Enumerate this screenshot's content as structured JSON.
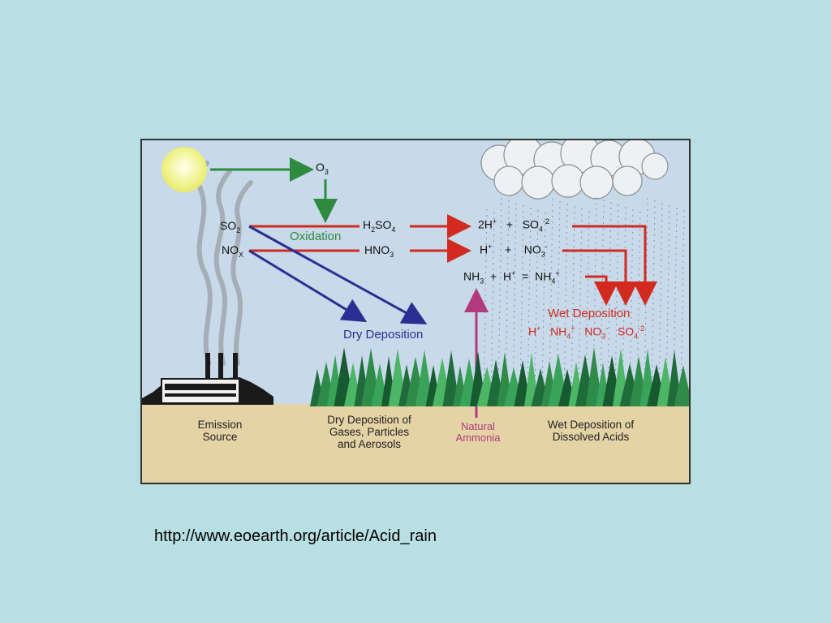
{
  "diagram": {
    "o3": {
      "base": "O",
      "sub": "3"
    },
    "so2": {
      "base": "SO",
      "sub": "2"
    },
    "nox": {
      "base": "NO",
      "sub": "X"
    },
    "oxidation": "Oxidation",
    "h2so4": {
      "a": "H",
      "sub1": "2",
      "b": "SO",
      "sub2": "4"
    },
    "hno3": {
      "base": "HNO",
      "sub": "3"
    },
    "eq1": {
      "h": "2H",
      "hsup": "+",
      "plus": "+",
      "so": "SO",
      "sosub": "4",
      "sosup": "-2"
    },
    "eq2": {
      "h": "H",
      "hsup": "+",
      "plus": "+",
      "no": "NO",
      "nosub": "3",
      "nosup": "-"
    },
    "eq3": {
      "nh": "NH",
      "nhsub": "3",
      "plus": "+",
      "h": "H",
      "hsup": "+",
      "eq": "=",
      "nh4": "NH",
      "nh4sub": "4",
      "nh4sup": "+"
    },
    "dry_deposition": "Dry Deposition",
    "wet_deposition": "Wet Deposition",
    "wet_ions": {
      "h": "H",
      "hsup": "+",
      "nh4": "NH",
      "nh4sub": "4",
      "nh4sup": "+",
      "no3": "NO",
      "no3sub": "3",
      "no3sup": "-",
      "so4": "SO",
      "so4sub": "4",
      "so4sup": "-2"
    },
    "ground_labels": {
      "emission_l1": "Emission",
      "emission_l2": "Source",
      "dry_l1": "Dry Deposition of",
      "dry_l2": "Gases, Particles",
      "dry_l3": "and Aerosols",
      "natural_l1": "Natural",
      "natural_l2": "Ammonia",
      "wet_l1": "Wet Deposition of",
      "wet_l2": "Dissolved Acids"
    },
    "colors": {
      "sky": "#c8d9e9",
      "ground": "#e3d3a5",
      "green_arrow": "#2d8a3f",
      "red_arrow": "#d22a1f",
      "blue_arrow": "#2a2f93",
      "pink_arrow": "#b23a7e"
    }
  },
  "footer": {
    "url": "http://www.eoearth.org/article/Acid_rain"
  }
}
